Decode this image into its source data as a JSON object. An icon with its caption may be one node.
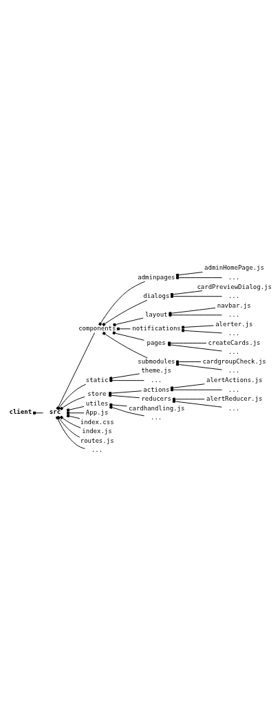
{
  "diagram": {
    "nodes": [
      {
        "text": [
          "client"
        ]
      },
      {
        "text": [
          "src"
        ]
      },
      {
        "text": [
          "components"
        ]
      },
      {
        "text": [
          "adminpages"
        ]
      },
      {
        "text": [
          "adminHomePage.js"
        ]
      },
      {
        "text": [
          "..."
        ]
      },
      {
        "text": [
          "dialogs"
        ]
      },
      {
        "text": [
          "cardPreviewDialog.js"
        ]
      },
      {
        "text": [
          "..."
        ]
      },
      {
        "text": [
          "layout"
        ]
      },
      {
        "text": [
          "navbar.js"
        ]
      },
      {
        "text": [
          "..."
        ]
      },
      {
        "text": [
          "notifications"
        ]
      },
      {
        "text": [
          "alerter.js"
        ]
      },
      {
        "text": [
          "..."
        ]
      },
      {
        "text": [
          "pages"
        ]
      },
      {
        "text": [
          "createCards.js"
        ]
      },
      {
        "text": [
          "..."
        ]
      },
      {
        "text": [
          "submodules"
        ]
      },
      {
        "text": [
          "cardgroupCheck.js"
        ]
      },
      {
        "text": [
          "..."
        ]
      },
      {
        "text": [
          "static"
        ]
      },
      {
        "text": [
          "theme.js"
        ]
      },
      {
        "text": [
          "..."
        ]
      },
      {
        "text": [
          "store"
        ]
      },
      {
        "text": [
          "actions"
        ]
      },
      {
        "text": [
          "alertActions.js"
        ]
      },
      {
        "text": [
          "..."
        ]
      },
      {
        "text": [
          "reducers"
        ]
      },
      {
        "text": [
          "alertReducer.js"
        ]
      },
      {
        "text": [
          "..."
        ]
      },
      {
        "text": [
          "utiles"
        ]
      },
      {
        "text": [
          "cardhandling.js"
        ]
      },
      {
        "text": [
          "..."
        ]
      },
      {
        "text": [
          "App.js"
        ]
      },
      {
        "text": [
          "index.css"
        ]
      },
      {
        "text": [
          "index.js"
        ]
      },
      {
        "text": [
          "routes.js"
        ]
      },
      {
        "text": [
          "..."
        ]
      }
    ],
    "edges": [
      {
        "from": 0,
        "to": 1,
        "arrow": "other"
      },
      {
        "from": 1,
        "to": 2,
        "arrow": "other"
      },
      {
        "from": 2,
        "to": 3,
        "arrow": "other"
      },
      {
        "from": 3,
        "to": 4,
        "arrow": "other"
      },
      {
        "from": 3,
        "to": 5,
        "arrow": "other"
      },
      {
        "from": 2,
        "to": 6,
        "arrow": "other"
      },
      {
        "from": 6,
        "to": 7,
        "arrow": "other"
      },
      {
        "from": 6,
        "to": 8,
        "arrow": "other"
      },
      {
        "from": 2,
        "to": 9,
        "arrow": "other"
      },
      {
        "from": 9,
        "to": 10,
        "arrow": "other"
      },
      {
        "from": 9,
        "to": 11,
        "arrow": "other"
      },
      {
        "from": 2,
        "to": 12,
        "arrow": "other"
      },
      {
        "from": 12,
        "to": 13,
        "arrow": "other"
      },
      {
        "from": 12,
        "to": 14,
        "arrow": "other"
      },
      {
        "from": 2,
        "to": 15,
        "arrow": "other"
      },
      {
        "from": 15,
        "to": 16,
        "arrow": "other"
      },
      {
        "from": 15,
        "to": 17,
        "arrow": "other"
      },
      {
        "from": 2,
        "to": 18,
        "arrow": "other"
      },
      {
        "from": 18,
        "to": 19,
        "arrow": "other"
      },
      {
        "from": 18,
        "to": 20,
        "arrow": "other"
      },
      {
        "from": 1,
        "to": 21,
        "arrow": "other"
      },
      {
        "from": 21,
        "to": 22,
        "arrow": "other"
      },
      {
        "from": 21,
        "to": 23,
        "arrow": "other"
      },
      {
        "from": 1,
        "to": 24,
        "arrow": "other"
      },
      {
        "from": 24,
        "to": 25,
        "arrow": "other"
      },
      {
        "from": 25,
        "to": 26,
        "arrow": "other"
      },
      {
        "from": 25,
        "to": 27,
        "arrow": "other"
      },
      {
        "from": 24,
        "to": 28,
        "arrow": "other"
      },
      {
        "from": 28,
        "to": 29,
        "arrow": "other"
      },
      {
        "from": 28,
        "to": 30,
        "arrow": "other"
      },
      {
        "from": 1,
        "to": 31,
        "arrow": "other"
      },
      {
        "from": 31,
        "to": 32,
        "arrow": "other"
      },
      {
        "from": 31,
        "to": 33,
        "arrow": "other"
      },
      {
        "from": 1,
        "to": 34,
        "arrow": "other"
      },
      {
        "from": 1,
        "to": 35,
        "arrow": "other"
      },
      {
        "from": 1,
        "to": 36,
        "arrow": "other"
      },
      {
        "from": 1,
        "to": 37,
        "arrow": "other"
      },
      {
        "from": 1,
        "to": 38,
        "arrow": "other"
      }
    ]
  }
}
